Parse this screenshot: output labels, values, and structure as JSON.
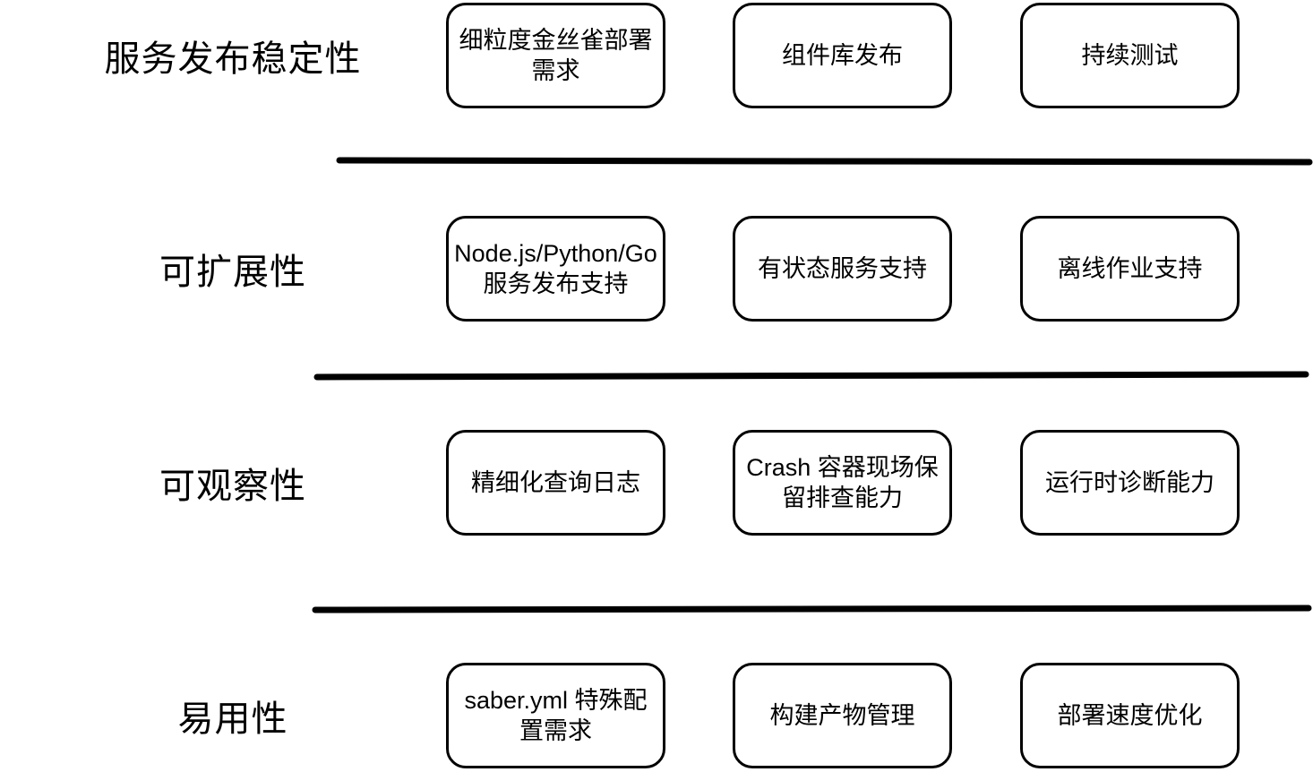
{
  "diagram": {
    "type": "requirements-matrix",
    "rows": [
      {
        "label": "服务发布稳定性",
        "boxes": [
          "细粒度金丝雀部署需求",
          "组件库发布",
          "持续测试"
        ]
      },
      {
        "label": "可扩展性",
        "boxes": [
          "Node.js/Python/Go 服务发布支持",
          "有状态服务支持",
          "离线作业支持"
        ]
      },
      {
        "label": "可观察性",
        "boxes": [
          "精细化查询日志",
          "Crash 容器现场保留排查能力",
          "运行时诊断能力"
        ]
      },
      {
        "label": "易用性",
        "boxes": [
          "saber.yml 特殊配置需求",
          "构建产物管理",
          "部署速度优化"
        ]
      }
    ],
    "colors": {
      "background": "#ffffff",
      "stroke": "#000000",
      "text": "#000000"
    }
  }
}
